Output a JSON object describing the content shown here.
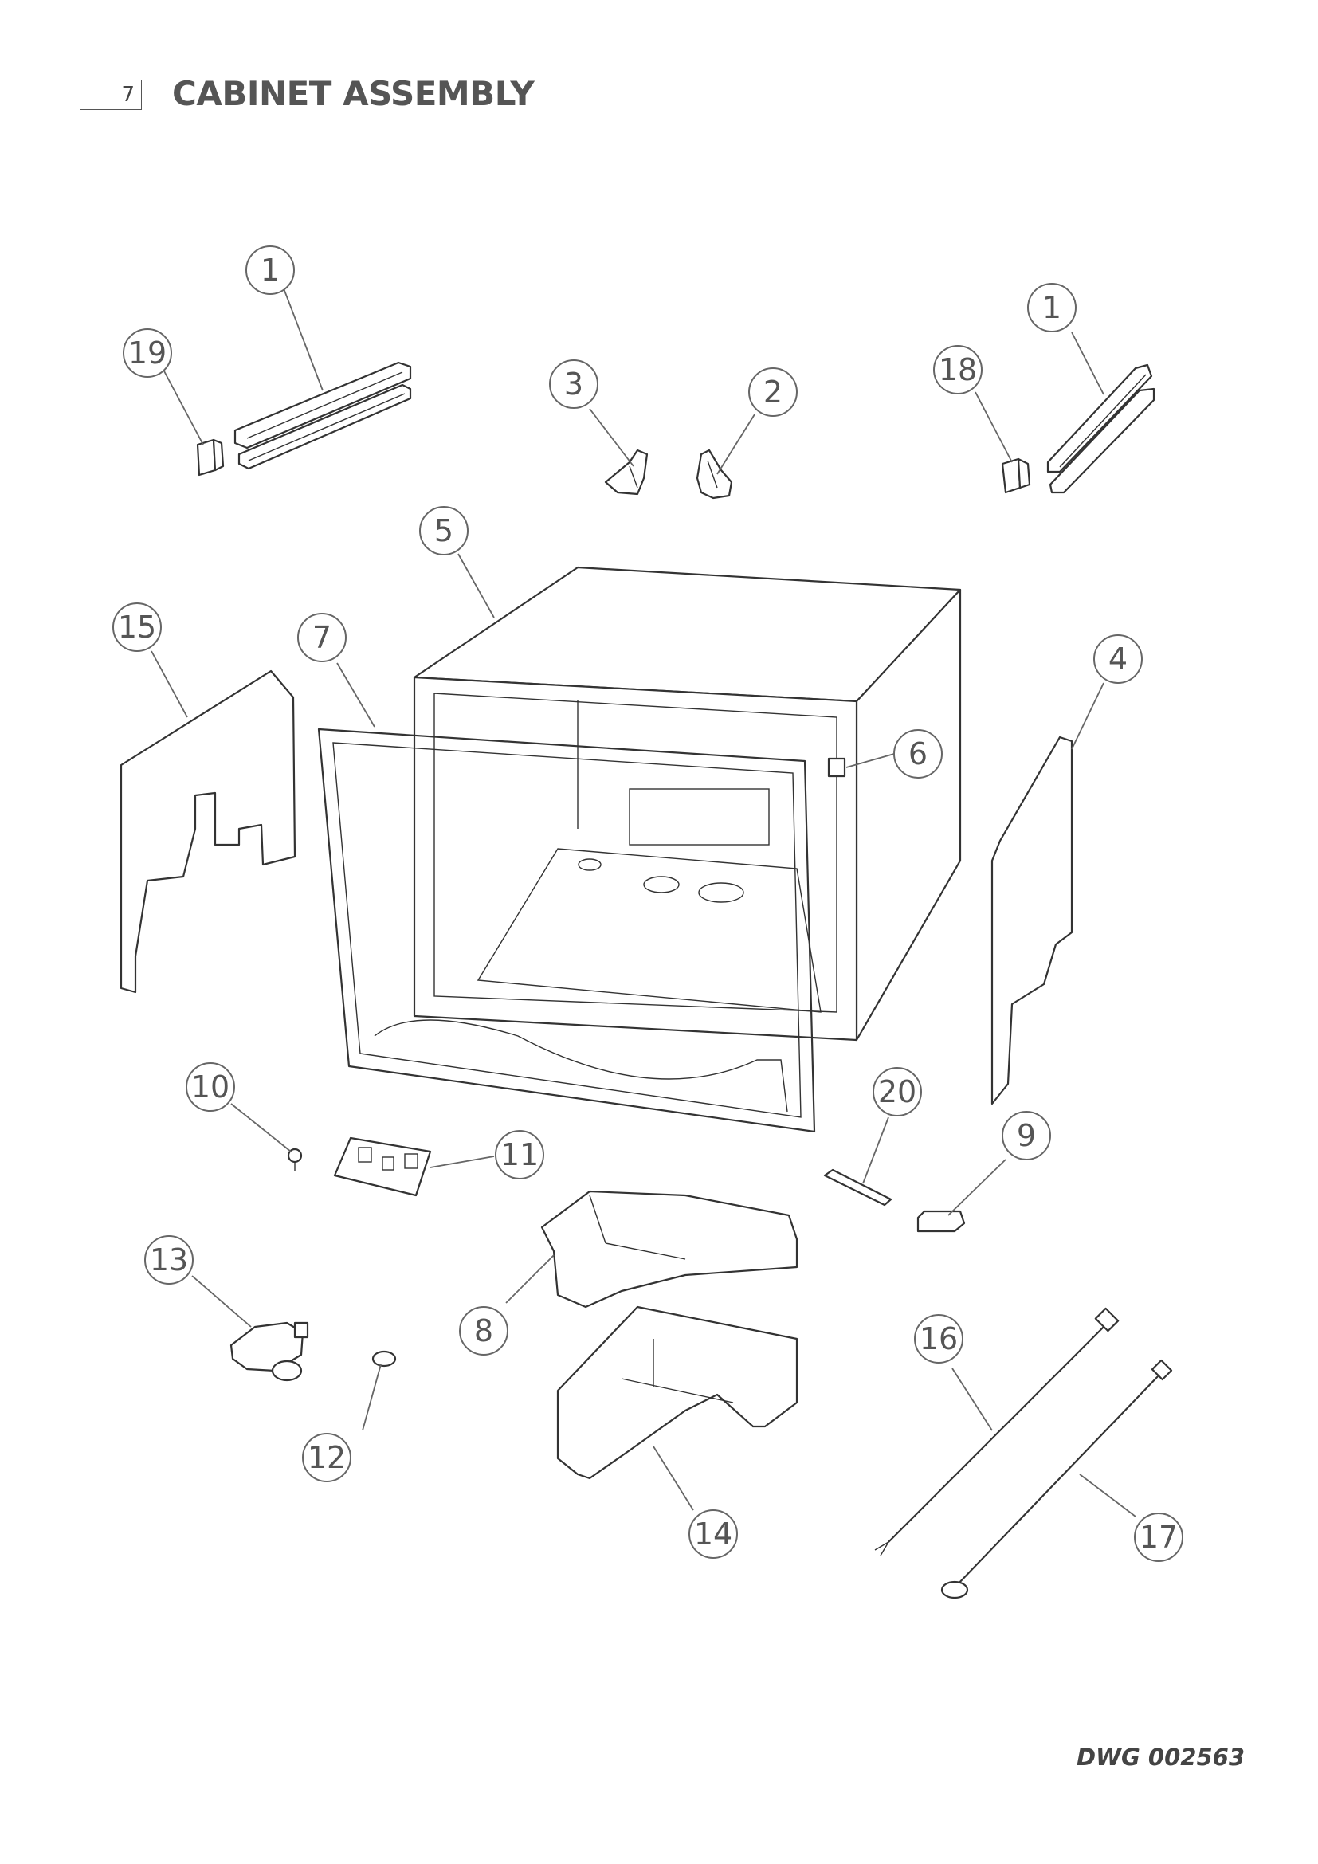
{
  "header": {
    "section_number": "7",
    "title": "CABINET ASSEMBLY"
  },
  "callouts": [
    "1",
    "19",
    "3",
    "2",
    "1",
    "18",
    "5",
    "15",
    "7",
    "4",
    "6",
    "10",
    "11",
    "20",
    "9",
    "13",
    "8",
    "16",
    "12",
    "14",
    "17"
  ],
  "footer": {
    "drawing_code": "DWG 002563"
  }
}
